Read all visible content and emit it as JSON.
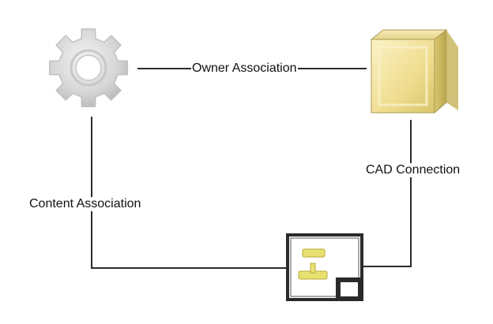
{
  "diagram": {
    "nodes": [
      {
        "id": "gear",
        "icon": "gear-icon"
      },
      {
        "id": "cube",
        "icon": "cube-icon"
      },
      {
        "id": "drawing",
        "icon": "drawing-icon"
      }
    ],
    "edges": [
      {
        "from": "gear",
        "to": "cube",
        "label": "Owner Association"
      },
      {
        "from": "cube",
        "to": "drawing",
        "label": "CAD Connection"
      },
      {
        "from": "gear",
        "to": "drawing",
        "label": "Content Association"
      }
    ]
  },
  "colors": {
    "line": "#2b2b2b",
    "gear": "#d9d9d9",
    "cube_front": "#f5e6a2",
    "cube_side": "#d6c370",
    "cube_top": "#efe0a0",
    "drawing_accent": "#e8e070",
    "drawing_frame": "#2a2a2a"
  }
}
